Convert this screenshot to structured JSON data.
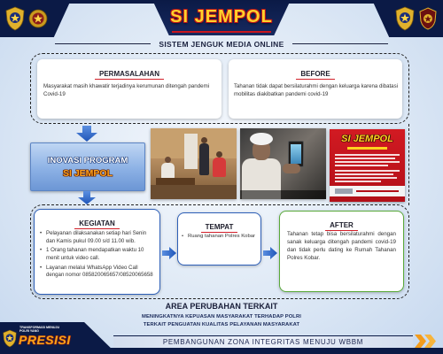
{
  "header": {
    "title": "SI JEMPOL",
    "subtitle": "SISTEM JENGUK MEDIA ONLINE"
  },
  "problem": {
    "title": "PERMASALAHAN",
    "text": "Masyarakat masih khawatir terjadinya kerumunan ditengah pandemi Covid-19"
  },
  "before": {
    "title": "BEFORE",
    "text": "Tahanan tidak dapat bersilaturahmi dengan keluarga karena dibatasi mobilitas diakibatkan pandemi covid-19"
  },
  "innovation": {
    "line1": "INOVASI PROGRAM",
    "line2": "SI JEMPOL"
  },
  "photos": {
    "poster_title": "SI JEMPOL"
  },
  "activities": {
    "title": "KEGIATAN",
    "items": [
      "Pelayanan dilaksanakan setiap hari Senin dan Kamis pukul 09.00 s/d 11.00 wib.",
      "1 Orang tahanan mendapatkan waktu 10 menit untuk video call.",
      "Layanan melalui WhatsApp Video Call dengan nomor 085820065657/08520065658"
    ]
  },
  "place": {
    "title": "TEMPAT",
    "items": [
      "Ruang tahanan Polres Kobar"
    ]
  },
  "after": {
    "title": "AFTER",
    "text": "Tahanan tetap bisa bersilaturahmi dengan sanak keluarga ditengah pandemi covid-19 dan tidak perlu dating ke Rumah Tahanan Polres Kobar."
  },
  "change_area": {
    "title": "AREA PERUBAHAN TERKAIT",
    "lines": [
      "MENINGKATNYA KEPUASAN MASYARAKAT TERHADAP POLRI",
      "TERKAIT PENGUATAN KUALITAS PELAYANAN MASYARAKAT"
    ]
  },
  "footer": {
    "text": "PEMBANGUNAN ZONA INTEGRITAS MENUJU WBBM",
    "logo_tagline": "TRANSFORMASI MENUJU POLRI YANG",
    "logo_word": "PRESISI"
  },
  "colors": {
    "navy": "#0b1a46",
    "title_gold": "#ffd12b",
    "title_red": "#b8121a",
    "arrow_blue": "#2a64c8",
    "activity_border": "#2d5fb8",
    "after_border": "#5aaa3a",
    "underline_red": "#d2202a",
    "chevron_orange": "#f39b1b"
  },
  "icons": {
    "header_emblems": "police-emblem-icon",
    "flow_down": "arrow-down-icon",
    "flow_right": "arrow-right-icon",
    "footer_emblem": "police-emblem-icon",
    "footer_right": "double-chevron-right-icon"
  }
}
